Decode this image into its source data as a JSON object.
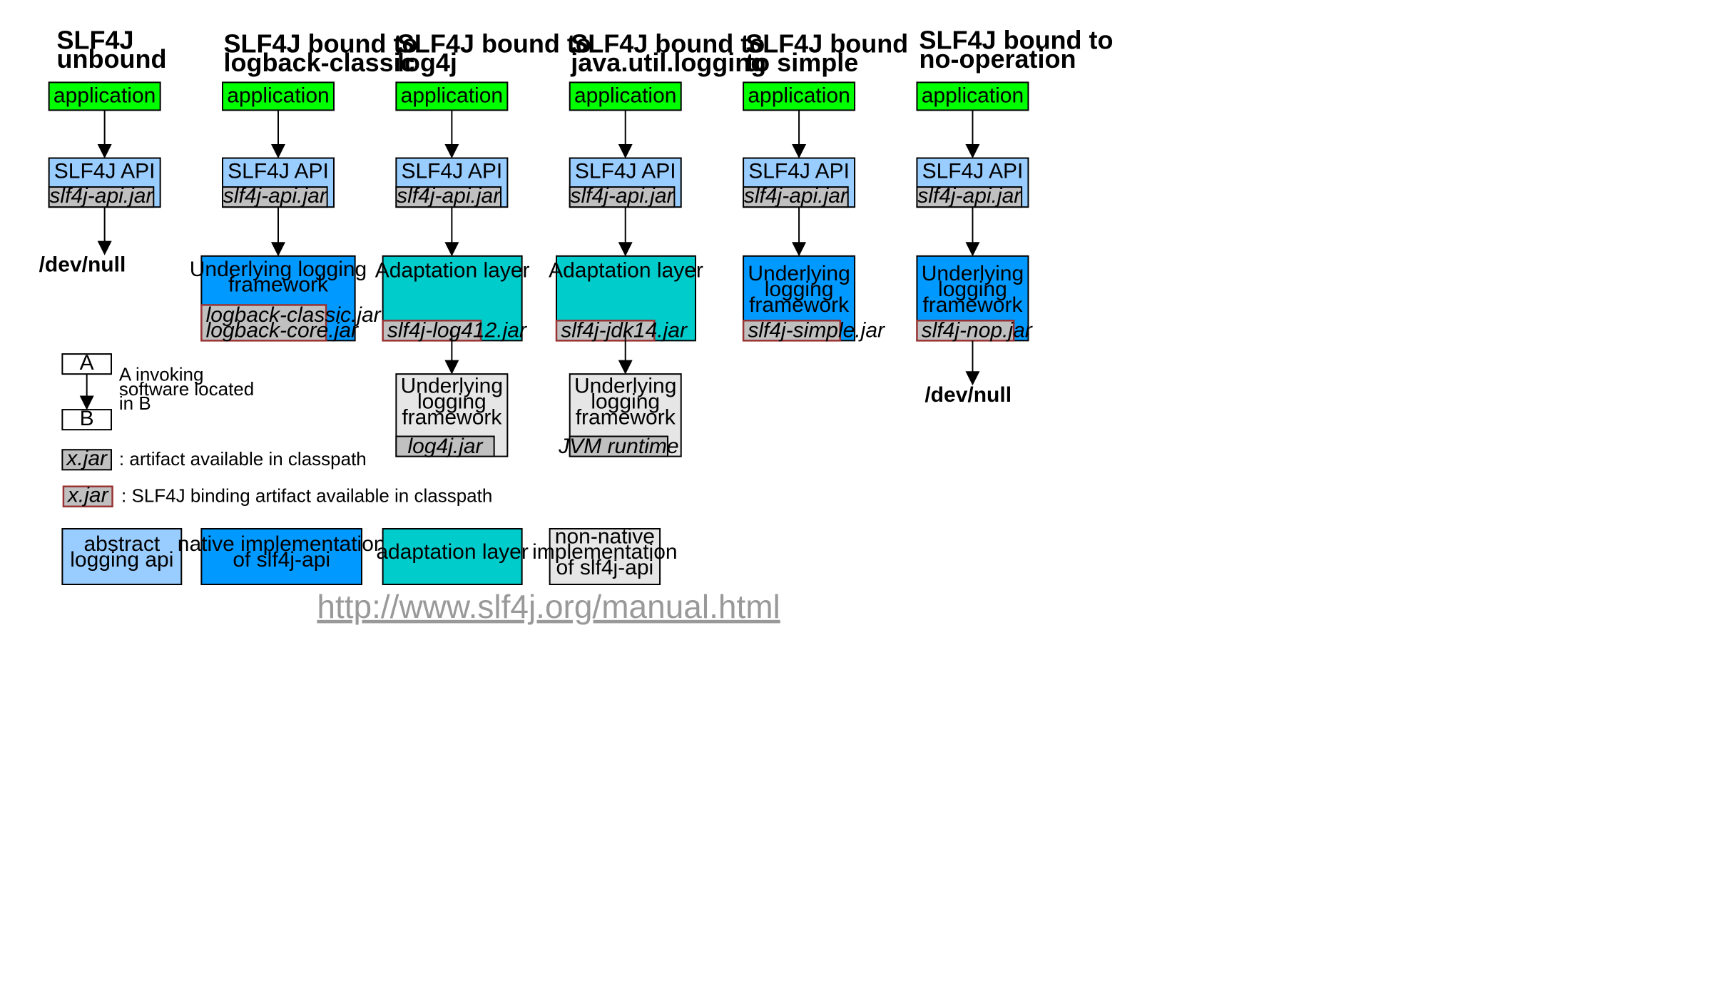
{
  "colors": {
    "application": "#00ff00",
    "abstract_api": "#99ccff",
    "native_impl": "#0099ff",
    "adaptation": "#00cccc",
    "non_native": "#e6e6e6",
    "jar": "#c0c0c0",
    "binding_border": "#993333",
    "url": "#999999"
  },
  "columns": [
    {
      "title": [
        "SLF4J",
        "unbound"
      ],
      "application": "application",
      "api": {
        "label": "SLF4J API",
        "jar": "slf4j-api.jar"
      },
      "sink": "/dev/null"
    },
    {
      "title": [
        "SLF4J bound to",
        "logback-classic"
      ],
      "application": "application",
      "api": {
        "label": "SLF4J API",
        "jar": "slf4j-api.jar"
      },
      "binding": {
        "kind": "native",
        "label": [
          "Underlying logging",
          "framework"
        ],
        "jars": [
          "logback-classic.jar",
          "logback-core.jar"
        ]
      }
    },
    {
      "title": [
        "SLF4J bound to",
        "log4j"
      ],
      "application": "application",
      "api": {
        "label": "SLF4J API",
        "jar": "slf4j-api.jar"
      },
      "binding": {
        "kind": "adaptation",
        "label": [
          "Adaptation layer"
        ],
        "jars": [
          "slf4j-log412.jar"
        ]
      },
      "framework": {
        "label": [
          "Underlying",
          "logging",
          "framework"
        ],
        "jar": "log4j.jar"
      }
    },
    {
      "title": [
        "SLF4J bound to",
        "java.util.logging"
      ],
      "application": "application",
      "api": {
        "label": "SLF4J API",
        "jar": "slf4j-api.jar"
      },
      "binding": {
        "kind": "adaptation",
        "label": [
          "Adaptation layer"
        ],
        "jars": [
          "slf4j-jdk14.jar"
        ]
      },
      "framework": {
        "label": [
          "Underlying",
          "logging",
          "framework"
        ],
        "jar": "JVM runtime"
      }
    },
    {
      "title": [
        "SLF4J bound",
        "to simple"
      ],
      "application": "application",
      "api": {
        "label": "SLF4J API",
        "jar": "slf4j-api.jar"
      },
      "binding": {
        "kind": "native",
        "label": [
          "Underlying",
          "logging",
          "framework"
        ],
        "jars": [
          "slf4j-simple.jar"
        ]
      }
    },
    {
      "title": [
        "SLF4J bound to",
        "no-operation"
      ],
      "application": "application",
      "api": {
        "label": "SLF4J API",
        "jar": "slf4j-api.jar"
      },
      "binding": {
        "kind": "native",
        "label": [
          "Underlying",
          "logging",
          "framework"
        ],
        "jars": [
          "slf4j-nop.jar"
        ]
      },
      "sink": "/dev/null"
    }
  ],
  "legend": {
    "invoke": {
      "a": "A",
      "b": "B",
      "text": [
        "A invoking",
        "software located",
        "in B"
      ]
    },
    "jar": {
      "sample": "x.jar",
      "text": ": artifact available in classpath"
    },
    "binding_jar": {
      "sample": "x.jar",
      "text": ": SLF4J binding artifact available in classpath"
    },
    "boxes": [
      {
        "kind": "abstract",
        "label": [
          "abstract",
          "logging api"
        ]
      },
      {
        "kind": "native",
        "label": [
          "native implementation",
          "of slf4j-api"
        ]
      },
      {
        "kind": "adaptation",
        "label": [
          "adaptation layer"
        ]
      },
      {
        "kind": "non_native",
        "label": [
          "non-native",
          "implementation",
          "of slf4j-api"
        ]
      }
    ]
  },
  "url": "http://www.slf4j.org/manual.html"
}
